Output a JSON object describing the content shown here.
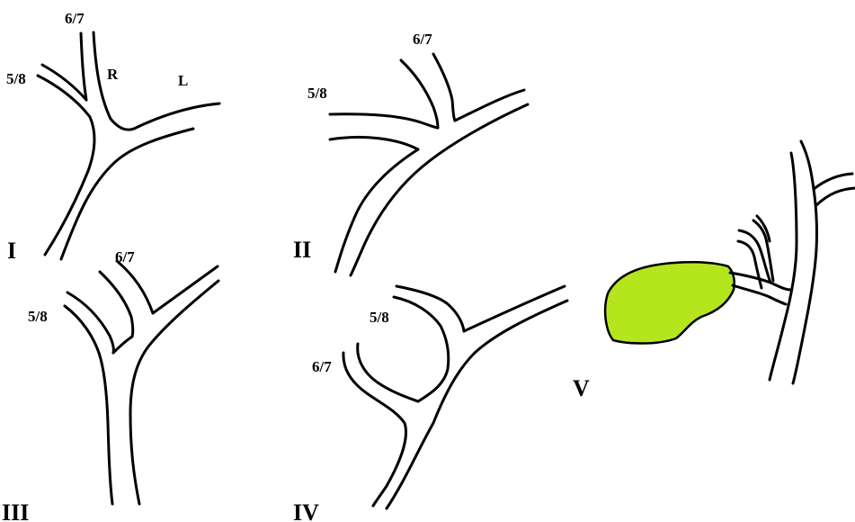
{
  "labels": {
    "seg_6_7": "6/7",
    "seg_5_8": "5/8",
    "right": "R",
    "left": "L",
    "type_1": "I",
    "type_2": "II",
    "type_3": "III",
    "type_4": "IV",
    "type_5": "V"
  },
  "colors": {
    "duct_stroke": "#000000",
    "gallbladder_fill": "#b5e61d"
  }
}
